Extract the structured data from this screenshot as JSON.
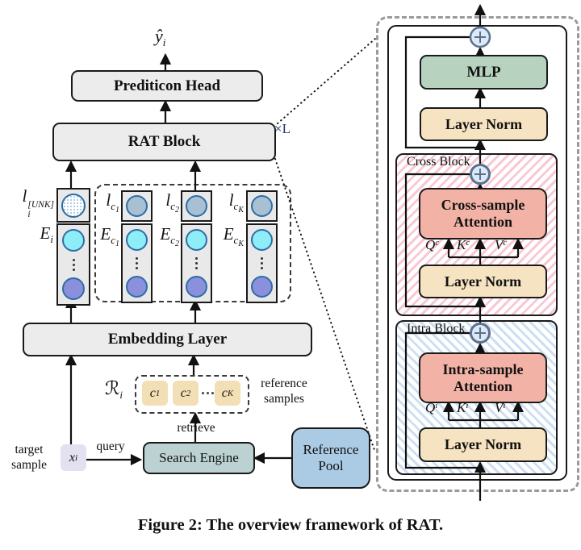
{
  "caption": "Figure 2: The overview framework of RAT.",
  "left": {
    "output": {
      "base": "ŷ",
      "sub": "i"
    },
    "prediction_head": "Prediticon Head",
    "rat_block": "RAT Block",
    "repeat_label": "×L",
    "embedding_layer": "Embedding Layer",
    "target_col": {
      "l_base": "l",
      "l_sup": "[UNK]",
      "l_sub": "i",
      "e_base": "E",
      "e_sub": "i"
    },
    "ref_cols": [
      {
        "l_base": "l",
        "l_sub": "c",
        "l_subsub": "1",
        "e_base": "E",
        "e_sub": "c",
        "e_subsub": "1"
      },
      {
        "l_base": "l",
        "l_sub": "c",
        "l_subsub": "2",
        "e_base": "E",
        "e_sub": "c",
        "e_subsub": "2"
      },
      {
        "l_base": "l",
        "l_sub": "c",
        "l_subsub": "K",
        "e_base": "E",
        "e_sub": "c",
        "e_subsub": "K"
      }
    ],
    "retrieval_set": {
      "base": "ℛ",
      "sub": "i"
    },
    "chips": [
      {
        "base": "c",
        "sub": "1"
      },
      {
        "base": "c",
        "sub": "2"
      },
      {
        "base": "c",
        "sub": "K"
      }
    ],
    "reference_samples": {
      "line1": "reference",
      "line2": "samples"
    },
    "retrieve_label": "retrieve",
    "query_label": "query",
    "target_sample": {
      "line1": "target",
      "line2": "sample"
    },
    "x_input": {
      "base": "x",
      "sub": "i"
    },
    "search_engine": "Search Engine",
    "reference_pool": {
      "line1": "Reference",
      "line2": "Pool"
    }
  },
  "right": {
    "mlp": "MLP",
    "layer_norm": "Layer Norm",
    "cross_block": "Cross Block",
    "intra_block": "Intra Block",
    "cross_attention": {
      "line1": "Cross-sample",
      "line2": "Attention"
    },
    "intra_attention": {
      "line1": "Intra-sample",
      "line2": "Attention"
    },
    "cross_qkv": [
      {
        "base": "Q",
        "sup": "c"
      },
      {
        "base": "K",
        "sup": "c"
      },
      {
        "base": "V",
        "sup": "c"
      }
    ],
    "intra_qkv": [
      {
        "base": "Q",
        "sup": "i"
      },
      {
        "base": "K",
        "sup": "i"
      },
      {
        "base": "V",
        "sup": "i"
      }
    ]
  },
  "colors": {
    "box_gray": "#ececec",
    "mlp_green": "#b7d3c0",
    "layer_norm_tan": "#f6e3c2",
    "attention_salmon": "#f3b2a6",
    "cross_hatch_pink": "#f8c9d4",
    "intra_hatch_blue": "#cddff2",
    "plus_node_fill": "#dce9f6",
    "plus_node_stroke": "#5d718e",
    "reference_pool_blue": "#abcbe5",
    "search_engine_teal": "#bcd2d2",
    "x_input_lavender": "#e3e0f0",
    "chip_tan": "#f3dfb6",
    "circle_cyan": "#8deef7",
    "circle_purple": "#8a90dc",
    "circle_grayblue": "#a7c0d3",
    "circle_border_blue": "#2e6da4",
    "repeat_label_navy": "#1f3864",
    "panel_dash_gray": "#9a9a9a"
  }
}
